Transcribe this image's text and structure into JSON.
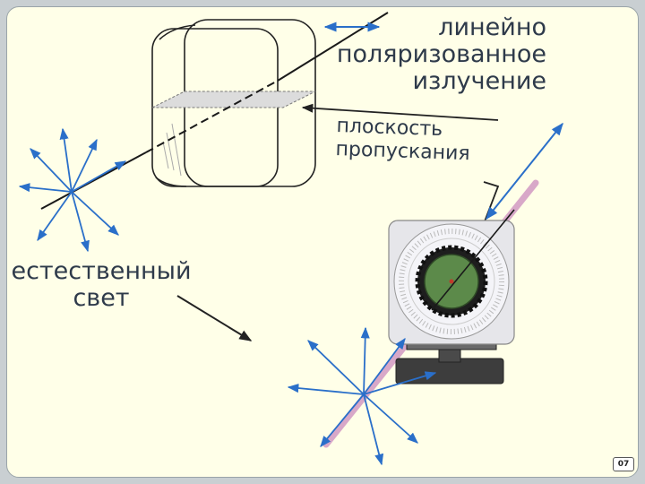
{
  "labels": {
    "polarized_line1": "линейно",
    "polarized_line2": "поляризованное",
    "polarized_line3": "излучение",
    "plane_line1": "плоскость",
    "plane_line2": "пропускания",
    "natural_line1": "естественный",
    "natural_line2": "свет"
  },
  "page_number": "07",
  "colors": {
    "slide_background": "#ffffe8",
    "frame": "#c9cfd2",
    "arrow": "#2a6fc9",
    "text": "#2e3a4a",
    "rod": "#d8a8c8",
    "filter_glass": "#5c8a4a"
  },
  "icons": {
    "ray": "straight-line",
    "polarizer": "graduated-disc-on-stand",
    "vibration": "double-headed-arrow"
  }
}
